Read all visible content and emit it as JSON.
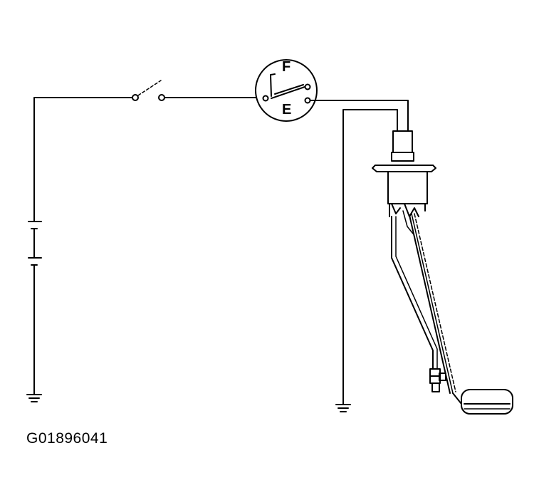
{
  "gauge": {
    "full_label": "F",
    "empty_label": "E"
  },
  "figure": {
    "id": "G01896041"
  }
}
